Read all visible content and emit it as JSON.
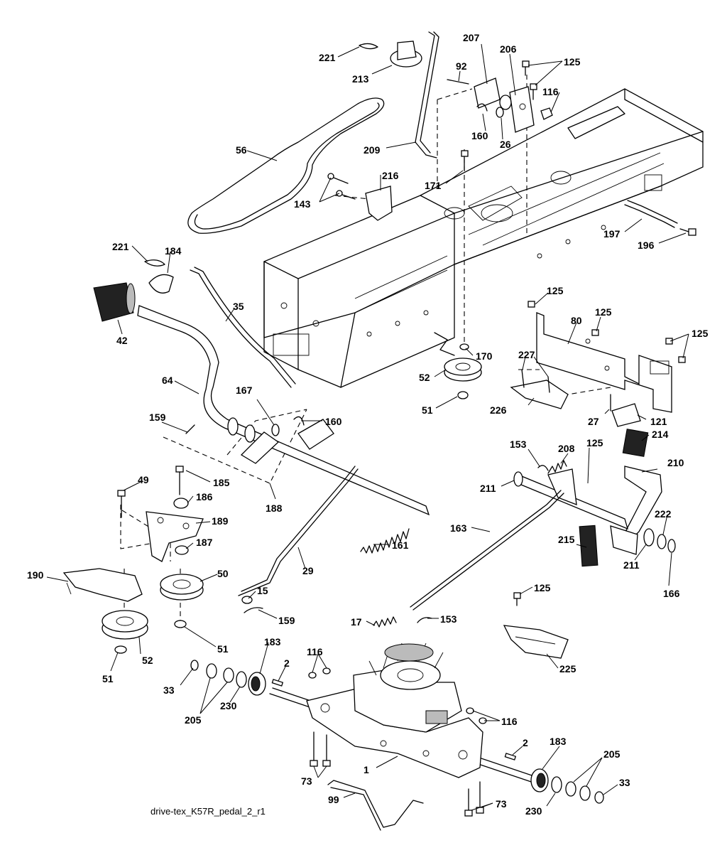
{
  "diagram": {
    "caption": "drive-tex_K57R_pedal_2_r1",
    "callouts": {
      "c221a": "221",
      "c213": "213",
      "c207": "207",
      "c206": "206",
      "c125a": "125",
      "c92": "92",
      "c116a": "116",
      "c160a": "160",
      "c26": "26",
      "c209": "209",
      "c56": "56",
      "c171": "171",
      "c216": "216",
      "c143": "143",
      "c197": "197",
      "c196": "196",
      "c221b": "221",
      "c184": "184",
      "c35": "35",
      "c42": "42",
      "c125b": "125",
      "c80": "80",
      "c125c": "125",
      "c125d": "125",
      "c170": "170",
      "c52a": "52",
      "c227": "227",
      "c51a": "51",
      "c226": "226",
      "c27": "27",
      "c121": "121",
      "c64": "64",
      "c167": "167",
      "c159a": "159",
      "c160b": "160",
      "c153a": "153",
      "c208": "208",
      "c125e": "125",
      "c214": "214",
      "c210": "210",
      "c185": "185",
      "c49": "49",
      "c186": "186",
      "c188": "188",
      "c211a": "211",
      "c189": "189",
      "c163": "163",
      "c222": "222",
      "c187": "187",
      "c161": "161",
      "c215": "215",
      "c190": "190",
      "c50": "50",
      "c29": "29",
      "c211b": "211",
      "c166": "166",
      "c15": "15",
      "c159b": "159",
      "c125f": "125",
      "c17": "17",
      "c153b": "153",
      "c51b": "51",
      "c52b": "52",
      "c51c": "51",
      "c225": "225",
      "c183a": "183",
      "c116b": "116",
      "c2a": "2",
      "c33a": "33",
      "c230a": "230",
      "c205a": "205",
      "c116c": "116",
      "c1": "1",
      "c2b": "2",
      "c183b": "183",
      "c205b": "205",
      "c73a": "73",
      "c33b": "33",
      "c99": "99",
      "c230b": "230",
      "c73b": "73"
    }
  }
}
